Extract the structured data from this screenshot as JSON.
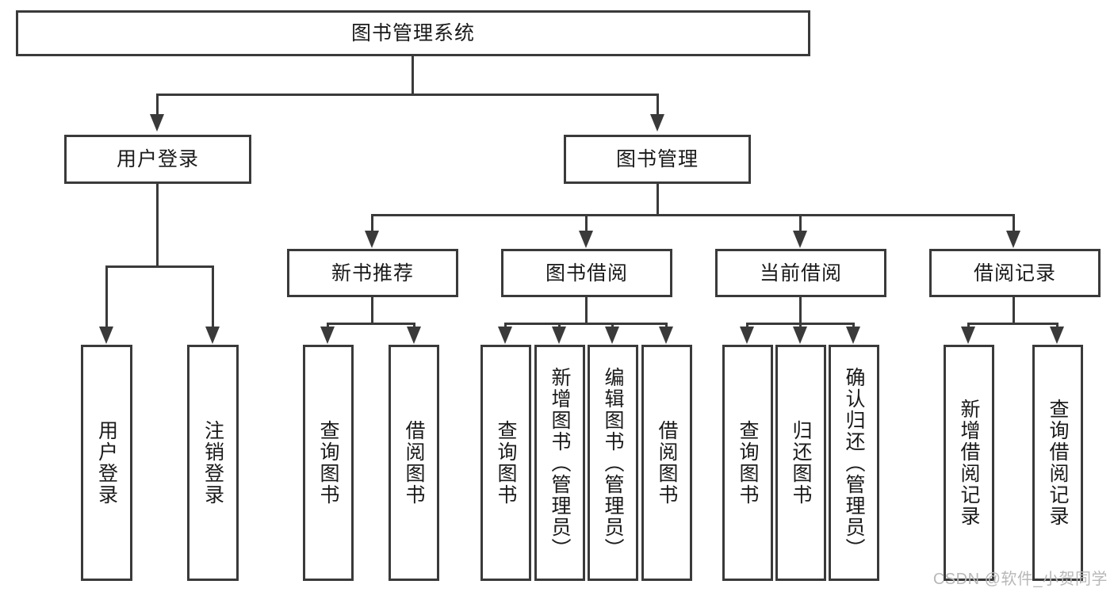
{
  "diagram": {
    "title": "图书管理系统",
    "type": "hierarchy-tree",
    "watermark": "CSDN @软件_小贺同学",
    "colors": {
      "box_border": "#3a3a3a",
      "box_fill": "#ffffff",
      "text": "#1a1a1a",
      "connector": "#3a3a3a",
      "watermark": "#b8b8b8",
      "background": "#ffffff"
    },
    "root": {
      "label": "图书管理系统"
    },
    "level2": [
      {
        "label": "用户登录"
      },
      {
        "label": "图书管理"
      }
    ],
    "level3": [
      {
        "label": "新书推荐"
      },
      {
        "label": "图书借阅"
      },
      {
        "label": "当前借阅"
      },
      {
        "label": "借阅记录"
      }
    ],
    "leaves": {
      "user_login": [
        {
          "label": "用户登录"
        },
        {
          "label": "注销登录"
        }
      ],
      "new_book_recommend": [
        {
          "label": "查询图书"
        },
        {
          "label": "借阅图书"
        }
      ],
      "book_borrow": [
        {
          "label": "查询图书"
        },
        {
          "label": "新增图书（管理员）"
        },
        {
          "label": "编辑图书（管理员）"
        },
        {
          "label": "借阅图书"
        }
      ],
      "current_borrow": [
        {
          "label": "查询图书"
        },
        {
          "label": "归还图书"
        },
        {
          "label": "确认归还（管理员）"
        }
      ],
      "borrow_record": [
        {
          "label": "新增借阅记录"
        },
        {
          "label": "查询借阅记录"
        }
      ]
    }
  }
}
